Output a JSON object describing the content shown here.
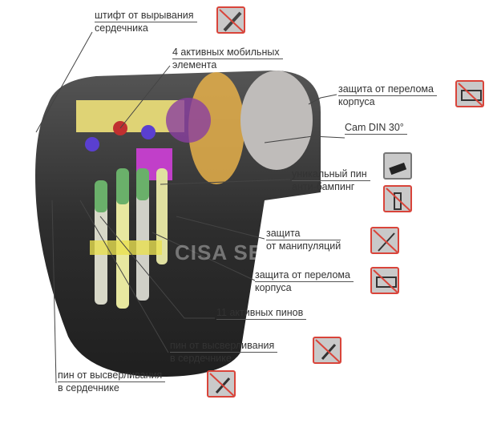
{
  "watermark": "CISA SERVICE",
  "labels": [
    {
      "line1": "штифт от вырывания",
      "line2": "сердечника",
      "icon": "anti-pull-icon"
    },
    {
      "line1": "4 активных мобильных",
      "line2": "элемента"
    },
    {
      "line1": "защита от перелома",
      "line2": "корпуса",
      "icon": "anti-snap-icon"
    },
    {
      "line1": "Cam DIN 30°"
    },
    {
      "line1": "уникальный пин",
      "line2": "анти-бампинг",
      "icon": "bump-key-icon",
      "icon2": "anti-bump-icon"
    },
    {
      "line1": "защита",
      "line2": "от манипуляций",
      "icon": "anti-pick-icon"
    },
    {
      "line1": "защита от перелома",
      "line2": "корпуса",
      "icon": "anti-snap-icon"
    },
    {
      "line1": "11 активных пинов"
    },
    {
      "line1": "пин от высверливания",
      "line2": "в сердечнике",
      "icon": "anti-drill-icon"
    },
    {
      "line1": "пин от высверливания",
      "line2": "в сердечнике",
      "icon": "anti-drill-icon"
    }
  ],
  "colors": {
    "accent": "#d9443a",
    "body": "#3a3a3a"
  }
}
